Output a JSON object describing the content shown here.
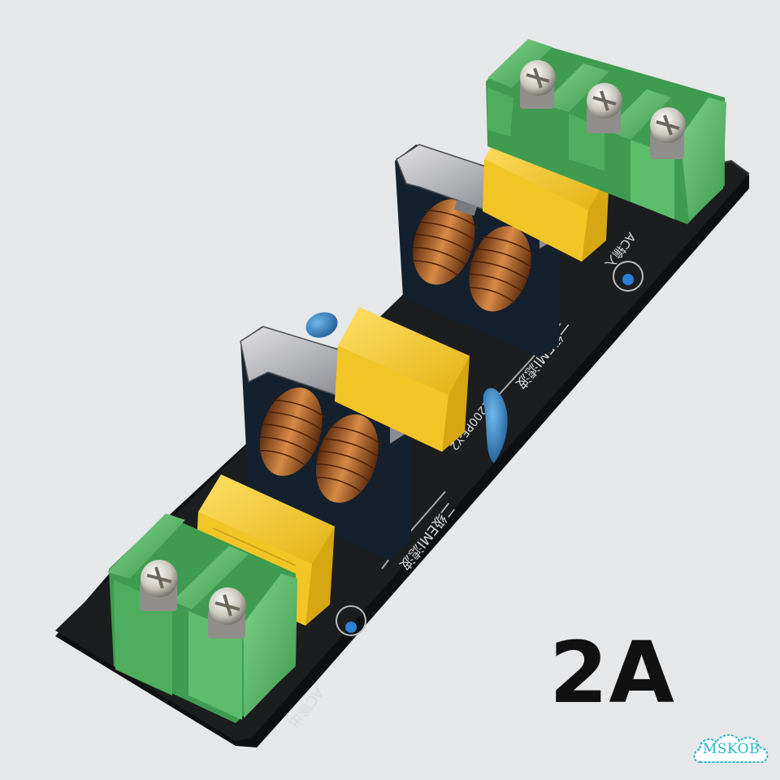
{
  "product": {
    "current_rating": "2A"
  },
  "board": {
    "silkscreen_input": "AC输入",
    "silkscreen_output": "AC输出",
    "silkscreen_stage1": "一级EMI滤波",
    "silkscreen_stage2": "二级EMI滤波",
    "silkscreen_cap": "2200PF-Y2"
  },
  "watermark": {
    "text": "MSKOB"
  },
  "colors": {
    "background": "#e6e7e9",
    "pcb": "#151718",
    "terminal_green": "#5dbb6a",
    "capacitor_yellow": "#f4cc2a",
    "y_cap_blue": "#2e7fc0",
    "copper": "#b5652a",
    "watermark": "#27b5c9"
  },
  "icons": {
    "terminal_screw": "screw-icon"
  }
}
